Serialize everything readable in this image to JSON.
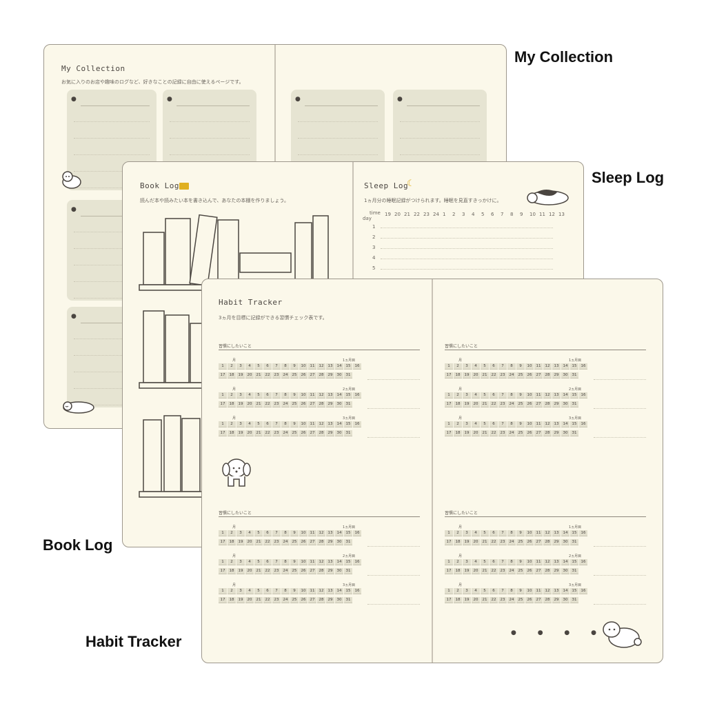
{
  "labels": {
    "my_collection": "My Collection",
    "sleep_log": "Sleep Log",
    "book_log": "Book Log",
    "habit_tracker": "Habit Tracker"
  },
  "my_collection_page": {
    "title": "My Collection",
    "description": "お気に入りのお店や趣味のログなど、好きなことの記録に自由に使えるページです。"
  },
  "book_log_page": {
    "title": "Book Log",
    "description": "読んだ本や読みたい本を書き込んで、あなたの本棚を作りましょう。"
  },
  "sleep_log_page": {
    "title": "Sleep Log",
    "description": "1ヵ月分の睡眠記録がつけられます。睡眠を見直すきっかけに。",
    "time_label": "time",
    "day_label": "day",
    "hours": [
      "19",
      "20",
      "21",
      "22",
      "23",
      "24",
      "1",
      "2",
      "3",
      "4",
      "5",
      "6",
      "7",
      "8",
      "9",
      "10",
      "11",
      "12",
      "13"
    ],
    "days": [
      "1",
      "2",
      "3",
      "4",
      "5"
    ]
  },
  "habit_tracker_page": {
    "title": "Habit Tracker",
    "description": "3ヵ月を目標に記録ができる習慣チェック表です。",
    "section_heading": "習慣にしたいこと",
    "month_label": "月",
    "month_targets": [
      "1ヵ月目",
      "2ヵ月目",
      "3ヵ月目"
    ],
    "row1": [
      "1",
      "2",
      "3",
      "4",
      "5",
      "6",
      "7",
      "8",
      "9",
      "10",
      "11",
      "12",
      "13",
      "14",
      "15",
      "16"
    ],
    "row2": [
      "17",
      "18",
      "19",
      "20",
      "21",
      "22",
      "23",
      "24",
      "25",
      "26",
      "27",
      "28",
      "29",
      "30",
      "31"
    ]
  },
  "colors": {
    "page": "#fbf8ea",
    "card": "#e6e4d2",
    "ink": "#4a4540",
    "accent_yellow": "#e0b020"
  },
  "icons": {
    "paw": "paw-icon",
    "book": "book-icon",
    "moon": "moon-icon",
    "dog": "dog-illustration"
  }
}
